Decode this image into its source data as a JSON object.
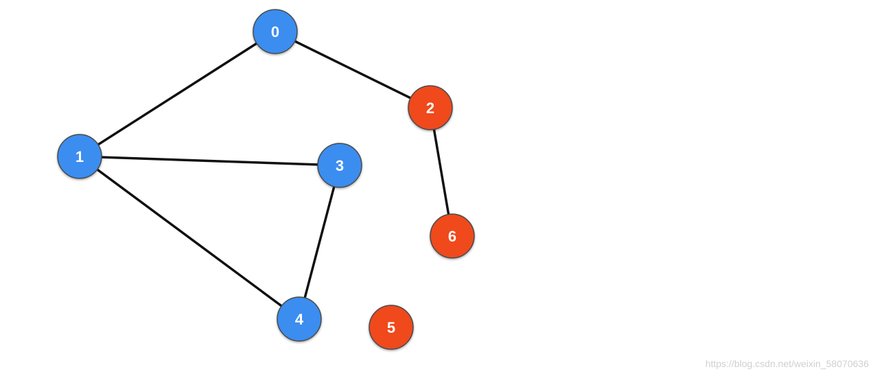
{
  "colors": {
    "blue_node": "#3b8df0",
    "red_node": "#ef4a1f",
    "edge": "#111111",
    "node_outline": "#4a4a4a"
  },
  "graph": {
    "nodes": [
      {
        "id": "0",
        "label": "0",
        "color": "blue"
      },
      {
        "id": "1",
        "label": "1",
        "color": "blue"
      },
      {
        "id": "2",
        "label": "2",
        "color": "red"
      },
      {
        "id": "3",
        "label": "3",
        "color": "blue"
      },
      {
        "id": "4",
        "label": "4",
        "color": "blue"
      },
      {
        "id": "5",
        "label": "5",
        "color": "red"
      },
      {
        "id": "6",
        "label": "6",
        "color": "red"
      }
    ],
    "edges": [
      {
        "from": "0",
        "to": "1"
      },
      {
        "from": "0",
        "to": "2"
      },
      {
        "from": "1",
        "to": "3"
      },
      {
        "from": "1",
        "to": "4"
      },
      {
        "from": "3",
        "to": "4"
      },
      {
        "from": "2",
        "to": "6"
      }
    ]
  },
  "watermark": "https://blog.csdn.net/weixin_58070636"
}
